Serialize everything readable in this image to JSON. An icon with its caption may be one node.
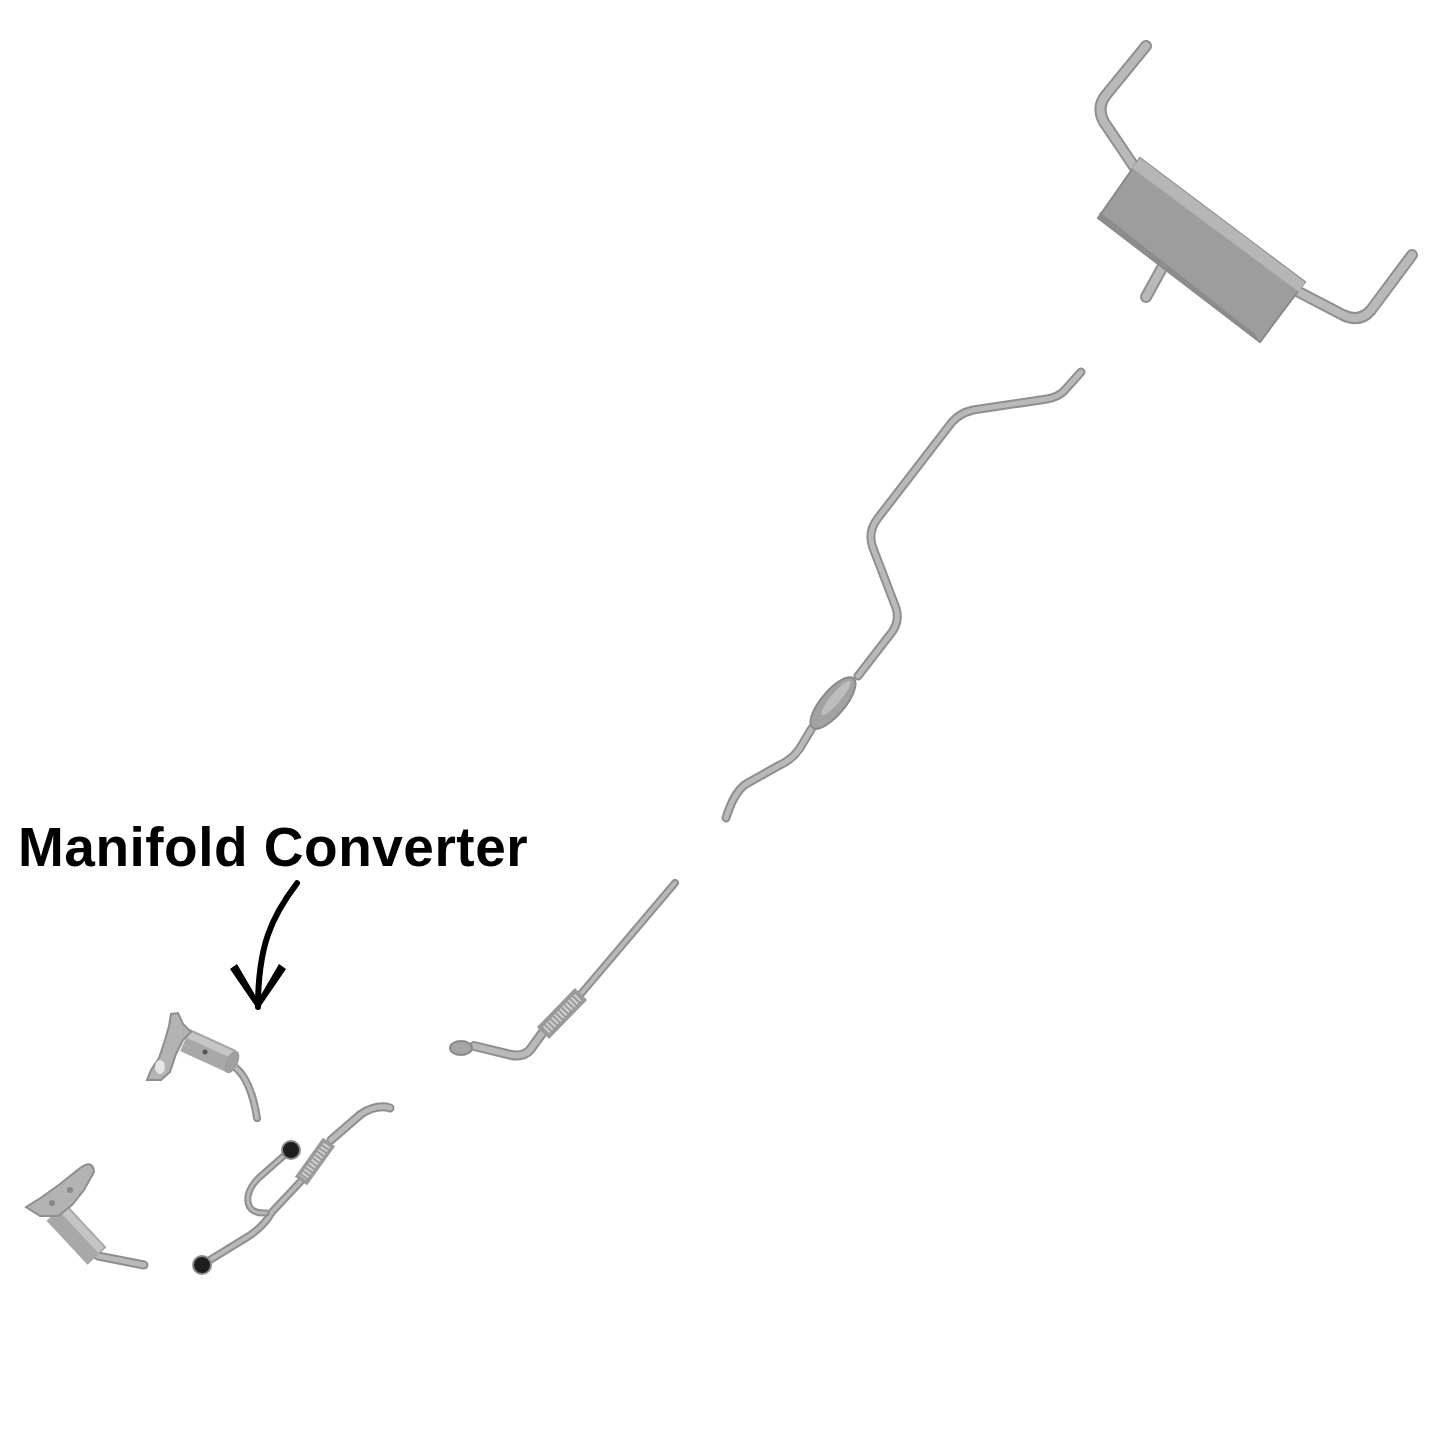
{
  "diagram": {
    "nodes": [
      {
        "text": [
          "Manifold Converter"
        ]
      },
      {
        "text": [],
        "shape": "picture"
      }
    ],
    "edges": [
      {
        "from": 0,
        "to": 1,
        "arrow": "to"
      }
    ]
  }
}
